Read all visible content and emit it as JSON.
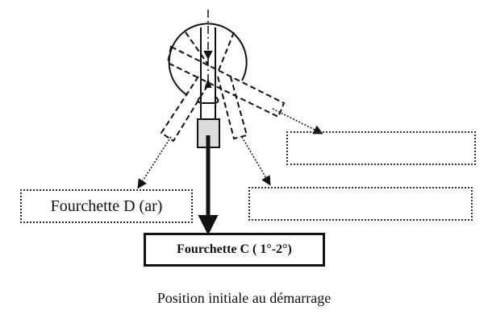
{
  "labels": {
    "fork_d": "Fourchette D (ar)",
    "fork_c": "Fourchette C ( 1°-2°)",
    "blank_top_right": "",
    "blank_bottom_right": ""
  },
  "caption": "Position initiale au démarrage"
}
